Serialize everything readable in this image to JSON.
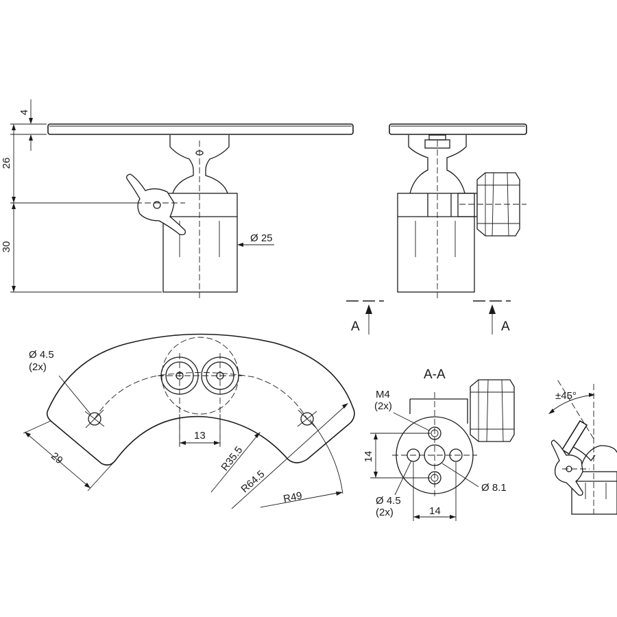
{
  "dimensions": {
    "plate_thickness": "4",
    "height_upper": "26",
    "height_lower": "30",
    "diameter_body": "Ø 25",
    "hole_diameter": "Ø 4.5",
    "hole_count": "(2x)",
    "hole_spacing": "13",
    "edge_length": "29",
    "inner_radius": "R35.5",
    "outer_radius": "R64.5",
    "arc_radius": "R49",
    "thread": "M4",
    "thread_count": "(2x)",
    "section_height": "14",
    "section_width": "14",
    "center_bore": "Ø 8.1",
    "section_hole": "Ø 4.5",
    "section_hole_count": "(2x)",
    "tilt_angle": "±45°"
  },
  "section": {
    "marker_left": "A",
    "marker_right": "A",
    "title": "A-A"
  }
}
